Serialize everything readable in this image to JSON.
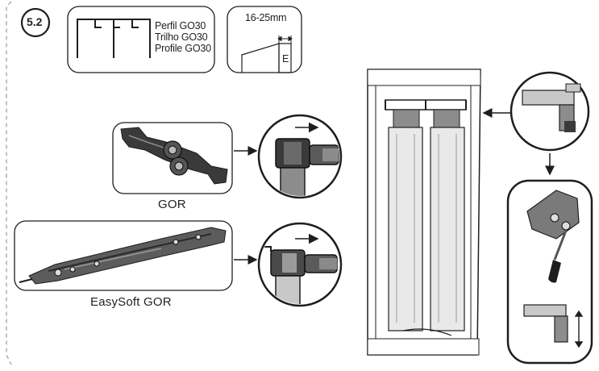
{
  "step": {
    "number": "5.2"
  },
  "profile": {
    "names": [
      "Perfil GO30",
      "Trilho GO30",
      "Profile GO30"
    ],
    "dimension": "16-25mm",
    "dimension_letter": "E"
  },
  "hangers": {
    "gor_label": "GOR",
    "easysoft_label": "EasySoft GOR"
  },
  "colors": {
    "line": "#1e1e1e",
    "metal": "#8c8c8c",
    "metal_light": "#c8c8c8",
    "dark_part": "#3a3a3a",
    "panel": "#e9e9e9"
  },
  "icons": [
    "arrow-right-icon",
    "arrow-left-icon",
    "arrow-down-icon",
    "double-arrow-vertical-icon",
    "screwdriver-icon"
  ]
}
